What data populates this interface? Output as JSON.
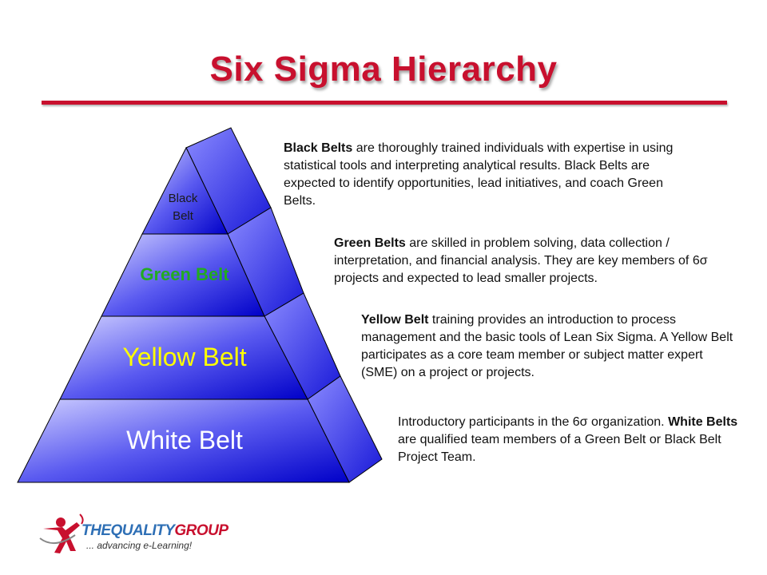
{
  "slide": {
    "title": "Six Sigma Hierarchy"
  },
  "pyramid": {
    "levels": [
      {
        "label_line1": "Black",
        "label_line2": "Belt",
        "text_color": "#1a1a1a"
      },
      {
        "label": "Green Belt",
        "text_color": "#22aa22"
      },
      {
        "label": "Yellow Belt",
        "text_color": "#ffff00"
      },
      {
        "label": "White Belt",
        "text_color": "#ffffff"
      }
    ],
    "colors": {
      "front_top": "#c8c8ff",
      "front_bottom": "#0000cc",
      "side": "#3333ee"
    }
  },
  "descriptions": {
    "black": {
      "bold": "Black Belts",
      "rest": " are thoroughly trained individuals with expertise in using statistical tools and interpreting analytical results. Black Belts are expected to identify opportunities, lead initiatives, and coach Green Belts."
    },
    "green": {
      "bold": "Green Belts",
      "rest": " are skilled in problem solving, data collection / interpretation, and financial analysis. They are key members of 6σ projects and expected to lead smaller projects."
    },
    "yellow": {
      "bold": "Yellow Belt",
      "rest": " training provides an introduction to process management and the basic tools of Lean Six Sigma. A Yellow Belt participates as a core team member or subject matter expert (SME) on a project or projects."
    },
    "white": {
      "pre": "Introductory participants in the 6σ organization. ",
      "bold": "White Belts",
      "rest": " are qualified team members of a Green Belt or Black Belt Project Team."
    }
  },
  "logo": {
    "word_part1": "THEQUALITY",
    "word_part2": "GROUP",
    "tagline": "... advancing e-Learning!"
  }
}
